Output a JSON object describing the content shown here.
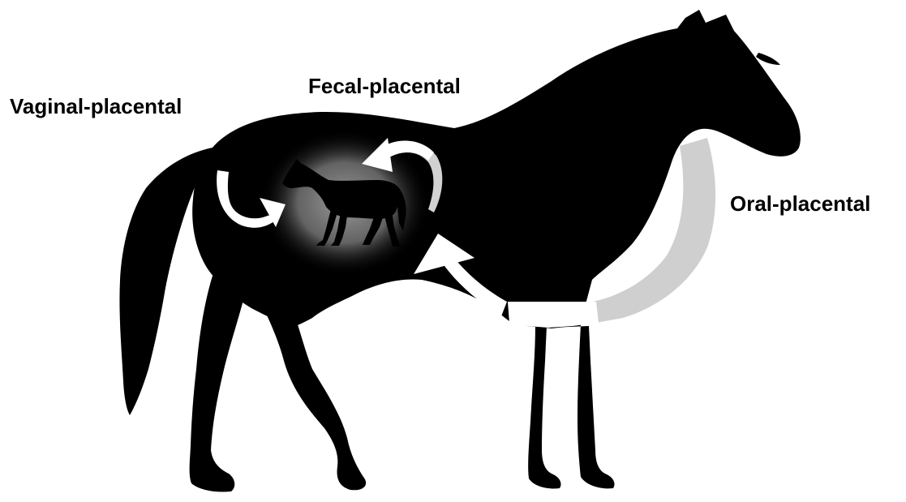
{
  "labels": {
    "vaginal": "Vaginal-placental",
    "fecal": "Fecal-placental",
    "oral": "Oral-placental"
  },
  "colors": {
    "silhouette": "#000000",
    "arrow_white": "#ffffff",
    "arrow_grey": "#cfcfcf",
    "glow": "#8c8c8c"
  },
  "icons": {
    "mare": "mare-silhouette-icon",
    "foal": "foal-silhouette-icon"
  }
}
